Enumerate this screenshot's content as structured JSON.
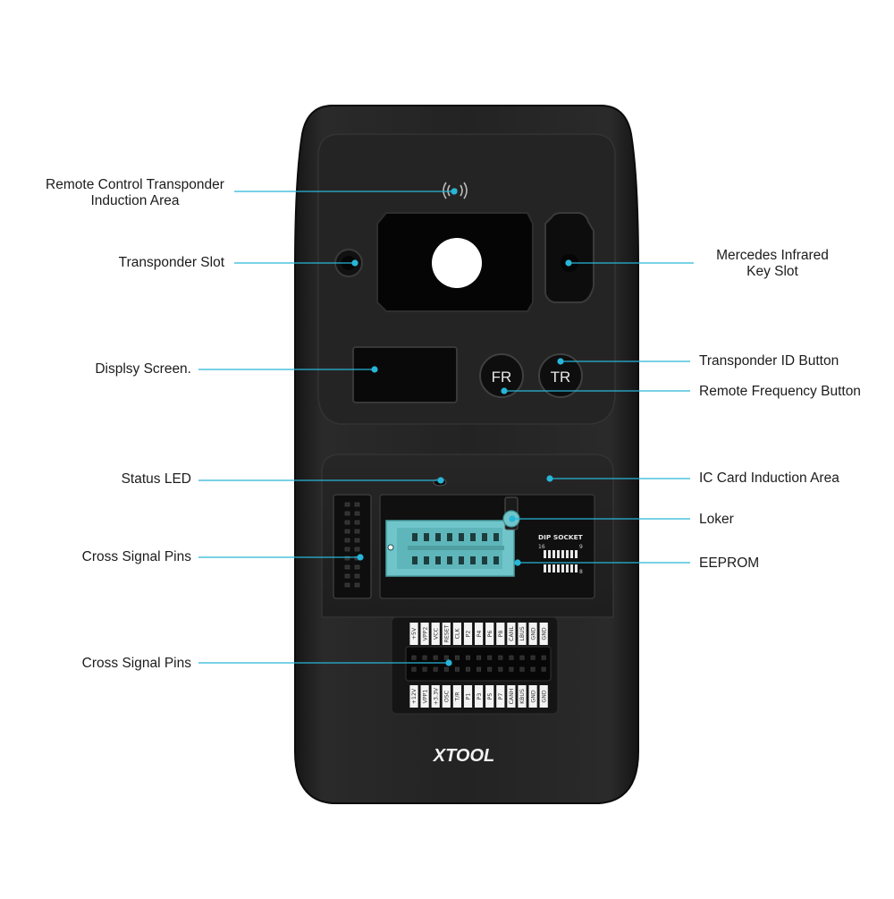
{
  "brand": "XTOOL",
  "buttons": {
    "fr": "FR",
    "tr": "TR"
  },
  "dip_socket": {
    "title": "DIP SOCKET",
    "n16": "16",
    "n9": "9",
    "n8": "8"
  },
  "pins": {
    "top_row": [
      "+5V",
      "VPP2",
      "VCC",
      "RESET",
      "CLK",
      "P2",
      "P4",
      "P6",
      "P8",
      "CANL",
      "LBUS",
      "GND",
      "GND"
    ],
    "bottom_row": [
      "+12V",
      "VPP1",
      "+3.3V",
      "OSC",
      "T/R",
      "P1",
      "P3",
      "P5",
      "P7",
      "CANH",
      "KBUS",
      "GND",
      "GND"
    ]
  },
  "callouts": {
    "remote_control": [
      "Remote Control Transponder",
      "Induction Area"
    ],
    "transponder_slot": "Transponder Slot",
    "display_screen": "Displsy Screen.",
    "status_led": "Status LED",
    "cross_pins_1": "Cross Signal Pins",
    "cross_pins_2": "Cross Signal Pins",
    "mercedes_slot": [
      "Mercedes Infrared",
      "Key Slot"
    ],
    "transponder_id_button": "Transponder ID Button",
    "remote_frequency_button": "Remote Frequency Button",
    "ic_card_area": "IC Card Induction Area",
    "loker": "Loker",
    "eeprom": "EEPROM"
  },
  "colors": {
    "body": "#222222",
    "panel": "#1a1a1a",
    "leader": "#27b6d8",
    "socket": "#6fc5c9"
  }
}
